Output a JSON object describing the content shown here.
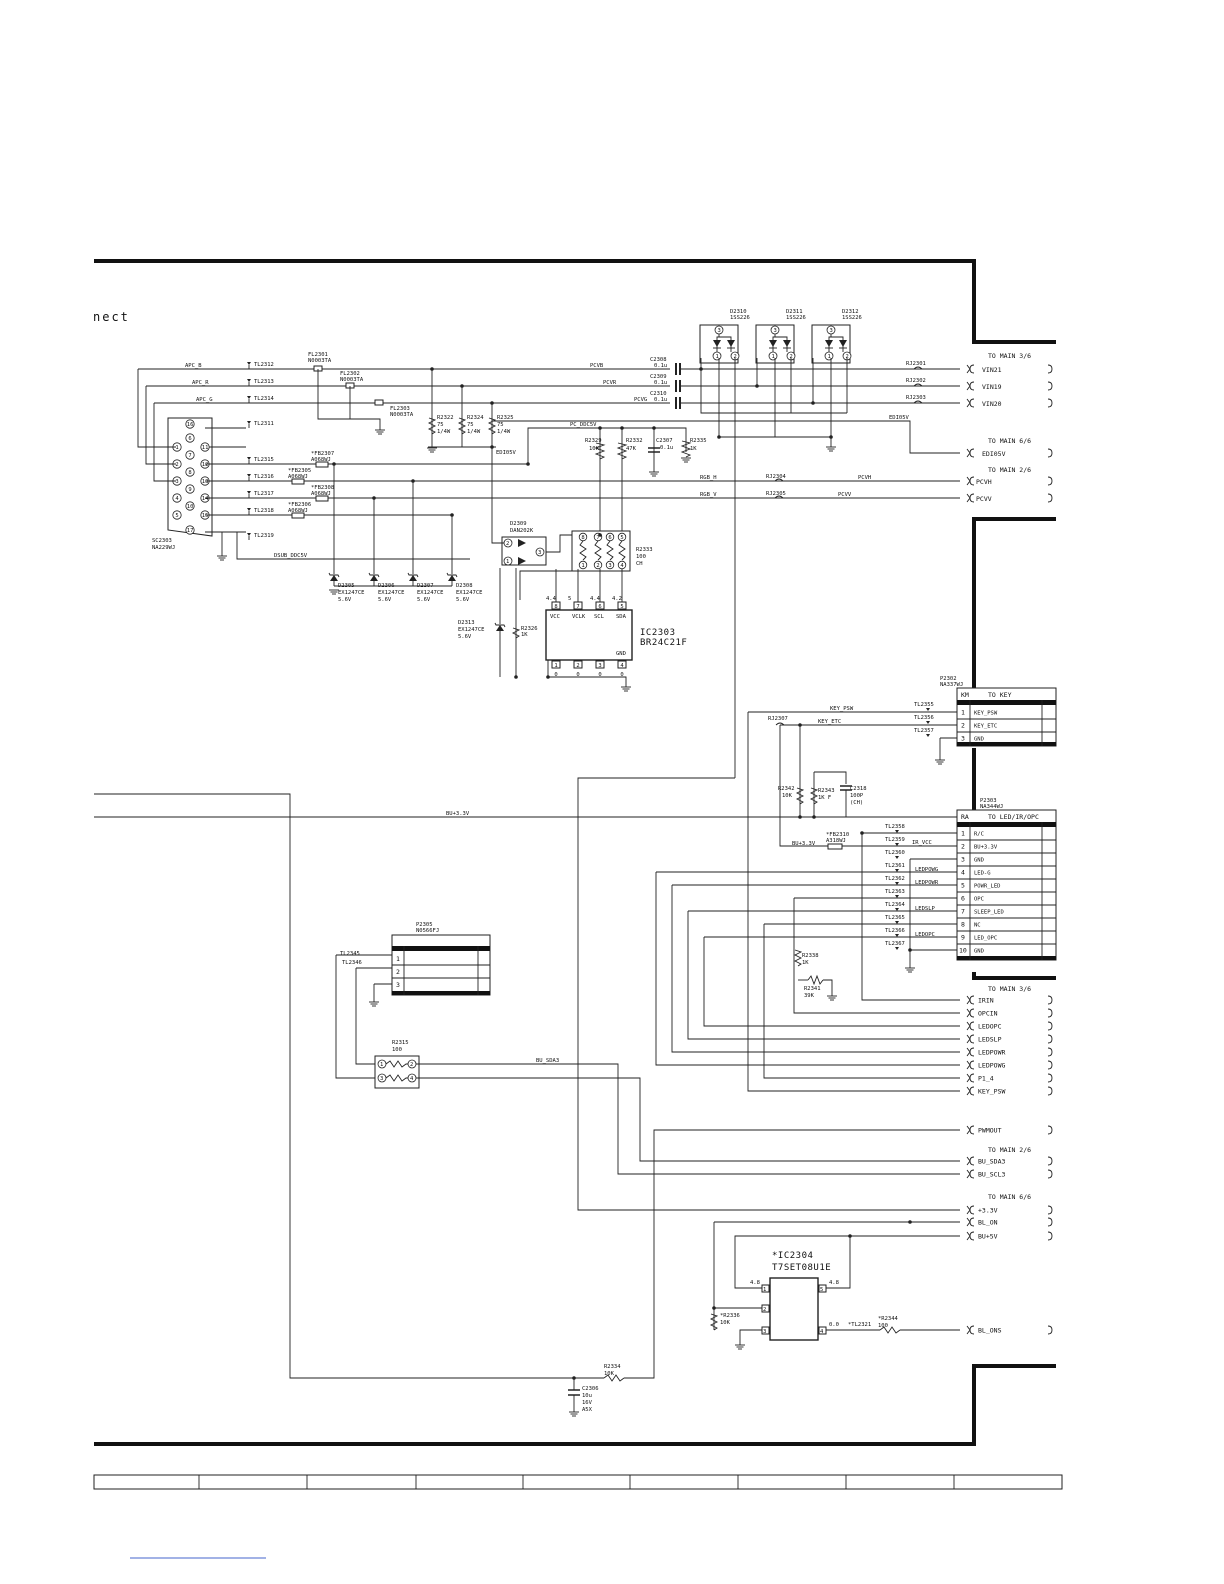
{
  "section_title": "nect",
  "connector_vga": {
    "ref": "SC2303",
    "part": "NA229WJ",
    "pins": [
      "1",
      "2",
      "3",
      "4",
      "5",
      "6",
      "7",
      "8",
      "9",
      "10",
      "11",
      "12",
      "13",
      "14",
      "15",
      "16",
      "17"
    ]
  },
  "inputs": [
    "APC_B",
    "APC_R",
    "APC_G"
  ],
  "test_points_left": [
    "TL2312",
    "TL2313",
    "TL2314",
    "TL2311",
    "TL2315",
    "TL2316",
    "TL2317",
    "TL2318",
    "TL2319"
  ],
  "ferrite_top": [
    {
      "ref": "FL2301",
      "part": "N0003TA"
    },
    {
      "ref": "FL2302",
      "part": "N0003TA"
    },
    {
      "ref": "FL2303",
      "part": "N0003TA"
    }
  ],
  "ferrite_side": [
    {
      "ref": "*FB2307",
      "part": "A068WJ"
    },
    {
      "ref": "*FB2305",
      "part": "A068WJ"
    },
    {
      "ref": "*FB2308",
      "part": "A068WJ"
    },
    {
      "ref": "*FB2306",
      "part": "A068WJ"
    }
  ],
  "resistors_75": [
    {
      "ref": "R2322",
      "v1": "75",
      "v2": "1/4W"
    },
    {
      "ref": "R2324",
      "v1": "75",
      "v2": "1/4W"
    },
    {
      "ref": "R2325",
      "v1": "75",
      "v2": "1/4W"
    }
  ],
  "signals": {
    "pcvb": "PCVB",
    "pcvr": "PCVR",
    "pcvg": "PCVG",
    "ediosv": "EDI05V",
    "ediosv2": "EDI05V",
    "pc_ddc": "PC_DDC5V",
    "rgb_h": "RGB_H",
    "rgb_v": "RGB_V",
    "pcvh": "PCVH",
    "pcvv": "PCVV",
    "dsub": "DSUB_DDC5V",
    "key_psw": "KEY_PSW",
    "key_etc": "KEY_ETC",
    "bu33": "BU+3.3V",
    "bu33b": "BU+3.3V",
    "ir_vcc": "IR_VCC",
    "ledpowg": "LEDPOWG",
    "ledpowr": "LEDPOWR",
    "ledslp": "LEDSLP",
    "ledopc": "LEDOPC",
    "bu_sda3": "BU_SDA3"
  },
  "caps_top": [
    {
      "ref": "C2308",
      "v": "0.1u"
    },
    {
      "ref": "C2309",
      "v": "0.1u"
    },
    {
      "ref": "C2310",
      "v": "0.1u"
    }
  ],
  "diode_pairs": [
    {
      "ref": "D2310",
      "part": "1SS226"
    },
    {
      "ref": "D2311",
      "part": "1SS226"
    },
    {
      "ref": "D2312",
      "part": "1SS226"
    }
  ],
  "rj_top": [
    "RJ2301",
    "RJ2302",
    "RJ2303",
    "RJ2304",
    "RJ2305"
  ],
  "ddc": {
    "r2329": "R2329",
    "r2329v": "10K",
    "r2332": "R2332",
    "r2332v": "47K",
    "c2307": "C2307",
    "c2307v": "0.1u",
    "r2335": "R2335",
    "r2335v": "1K",
    "d2309": "D2309",
    "d2309p": "DAN202K",
    "r2333": "R2333",
    "r2333v1": "100",
    "r2333v2": "CH",
    "r2326": "R2326",
    "r2326v": "1K"
  },
  "zeners": [
    {
      "ref": "D2305",
      "part": "EX1247CE",
      "v": "5.6V"
    },
    {
      "ref": "D2306",
      "part": "EX1247CE",
      "v": "5.6V"
    },
    {
      "ref": "D2307",
      "part": "EX1247CE",
      "v": "5.6V"
    },
    {
      "ref": "D2308",
      "part": "EX1247CE",
      "v": "5.6V"
    },
    {
      "ref": "D2313",
      "part": "EX1247CE",
      "v": "5.6V"
    }
  ],
  "ic2303": {
    "ref": "IC2303",
    "part": "BR24C21F",
    "top_pins": [
      {
        "n": "8",
        "name": "VCC",
        "v": "4.4"
      },
      {
        "n": "7",
        "name": "VCLK",
        "v": "5"
      },
      {
        "n": "6",
        "name": "SCL",
        "v": "4.4"
      },
      {
        "n": "5",
        "name": "SDA",
        "v": "4.2"
      }
    ],
    "bottom_pins": [
      {
        "n": "1",
        "v": "0"
      },
      {
        "n": "2",
        "v": "0"
      },
      {
        "n": "3",
        "v": "0"
      },
      {
        "n": "4",
        "v": "0"
      }
    ],
    "gnd": "GND"
  },
  "right_top": {
    "to_main_36": "TO MAIN 3/6",
    "to_main_66": "TO MAIN 6/6",
    "to_main_26": "TO MAIN 2/6",
    "vin": [
      "VIN21",
      "VIN19",
      "VIN20"
    ],
    "ediosv": "EDI05V",
    "pcvh": "PCVH",
    "pcvv": "PCVV"
  },
  "p2302": {
    "ref": "P2302",
    "part": "NA337WJ",
    "head_a": "KM",
    "head_b": "TO KEY",
    "rows": [
      {
        "n": "1",
        "name": "KEY_PSW"
      },
      {
        "n": "2",
        "name": "KEY_ETC"
      },
      {
        "n": "3",
        "name": "GND"
      }
    ]
  },
  "key_tl": [
    "TL2355",
    "TL2356",
    "TL2357"
  ],
  "rj2307": "RJ2307",
  "r2342": {
    "ref": "R2342",
    "v": "10K"
  },
  "r2343": {
    "ref": "R2343",
    "v": "1K F"
  },
  "c2318": {
    "ref": "C2318",
    "v1": "100P",
    "v2": "(CH)"
  },
  "fb2310": {
    "ref": "*FB2310",
    "part": "A318WJ"
  },
  "p2303": {
    "ref": "P2303",
    "part": "NA344WJ",
    "head_a": "RA",
    "head_b": "TO LED/IR/OPC",
    "rows": [
      {
        "n": "1",
        "name": "R/C"
      },
      {
        "n": "2",
        "name": "BU+3.3V"
      },
      {
        "n": "3",
        "name": "GND"
      },
      {
        "n": "4",
        "name": "LED-G"
      },
      {
        "n": "5",
        "name": "POWR_LED"
      },
      {
        "n": "6",
        "name": "OPC"
      },
      {
        "n": "7",
        "name": "SLEEP_LED"
      },
      {
        "n": "8",
        "name": "NC"
      },
      {
        "n": "9",
        "name": "LED_OPC"
      },
      {
        "n": "10",
        "name": "GND"
      }
    ]
  },
  "led_tl": [
    "TL2358",
    "TL2359",
    "TL2360",
    "TL2361",
    "TL2362",
    "TL2363",
    "TL2364",
    "TL2365",
    "TL2366",
    "TL2367"
  ],
  "r2338": {
    "ref": "R2338",
    "v": "1K"
  },
  "r2341": {
    "ref": "R2341",
    "v": "39K"
  },
  "right_mid": {
    "to_main_36": "TO MAIN 3/6",
    "nets": [
      "IRIN",
      "OPCIN",
      "LEDOPC",
      "LEDSLP",
      "LEDPOWR",
      "LEDPOWG",
      "P1_4",
      "KEY_PSW"
    ]
  },
  "p2305": {
    "ref": "P2305",
    "part": "N0566FJ",
    "rows": [
      "1",
      "2",
      "3"
    ]
  },
  "tl_p2305": [
    "TL2345",
    "TL2346"
  ],
  "r2315": {
    "ref": "R2315",
    "v": "100",
    "pins": [
      "1",
      "2",
      "3",
      "4"
    ]
  },
  "right_low": {
    "pwmout": "PWMOUT",
    "to_main_26": "TO MAIN 2/6",
    "bu_sda3": "BU_SDA3",
    "bu_scl3": "BU_SCL3",
    "to_main_66": "TO MAIN 6/6",
    "plus33": "+3.3V",
    "bl_on": "BL_ON",
    "bu5v": "BU+5V",
    "bl_ons": "BL_ONS"
  },
  "ic2304": {
    "ref": "*IC2304",
    "part": "T7SET08U1E",
    "pins": [
      "1",
      "2",
      "3",
      "4",
      "5"
    ],
    "v_a": "4.8",
    "v_b": "4.8",
    "v_c": "0.0"
  },
  "r2336": {
    "ref": "*R2336",
    "v": "10K"
  },
  "tl2321": "*TL2321",
  "r2344": {
    "ref": "*R2344",
    "v": "100"
  },
  "r2334": {
    "ref": "R2334",
    "v": "10K"
  },
  "c2306": {
    "ref": "C2306",
    "v1": "10u",
    "v2": "16V",
    "v3": "A5X"
  }
}
